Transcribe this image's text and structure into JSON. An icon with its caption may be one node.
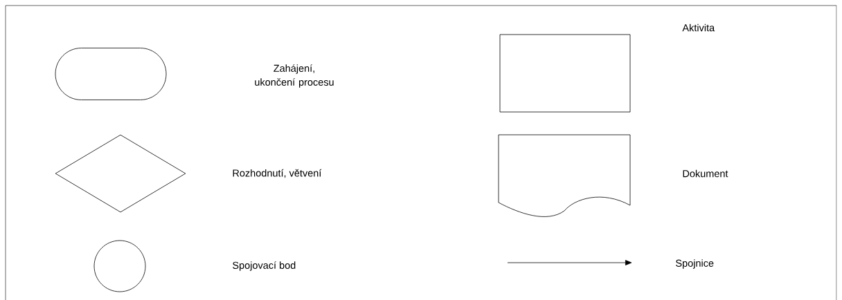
{
  "diagram": {
    "nodes": [
      {
        "text": [],
        "shape": "stadium"
      },
      {
        "text": [],
        "shape": "diamond"
      },
      {
        "text": [],
        "shape": "circle"
      },
      {
        "text": [],
        "shape": "box"
      },
      {
        "text": [],
        "shape": "document"
      }
    ],
    "labels": [
      "Aktivita",
      "Zahájení, ukončení procesu",
      "Rozhodnutí, větvení",
      "Dokument",
      "Spojovací bod",
      "Spojnice"
    ]
  }
}
